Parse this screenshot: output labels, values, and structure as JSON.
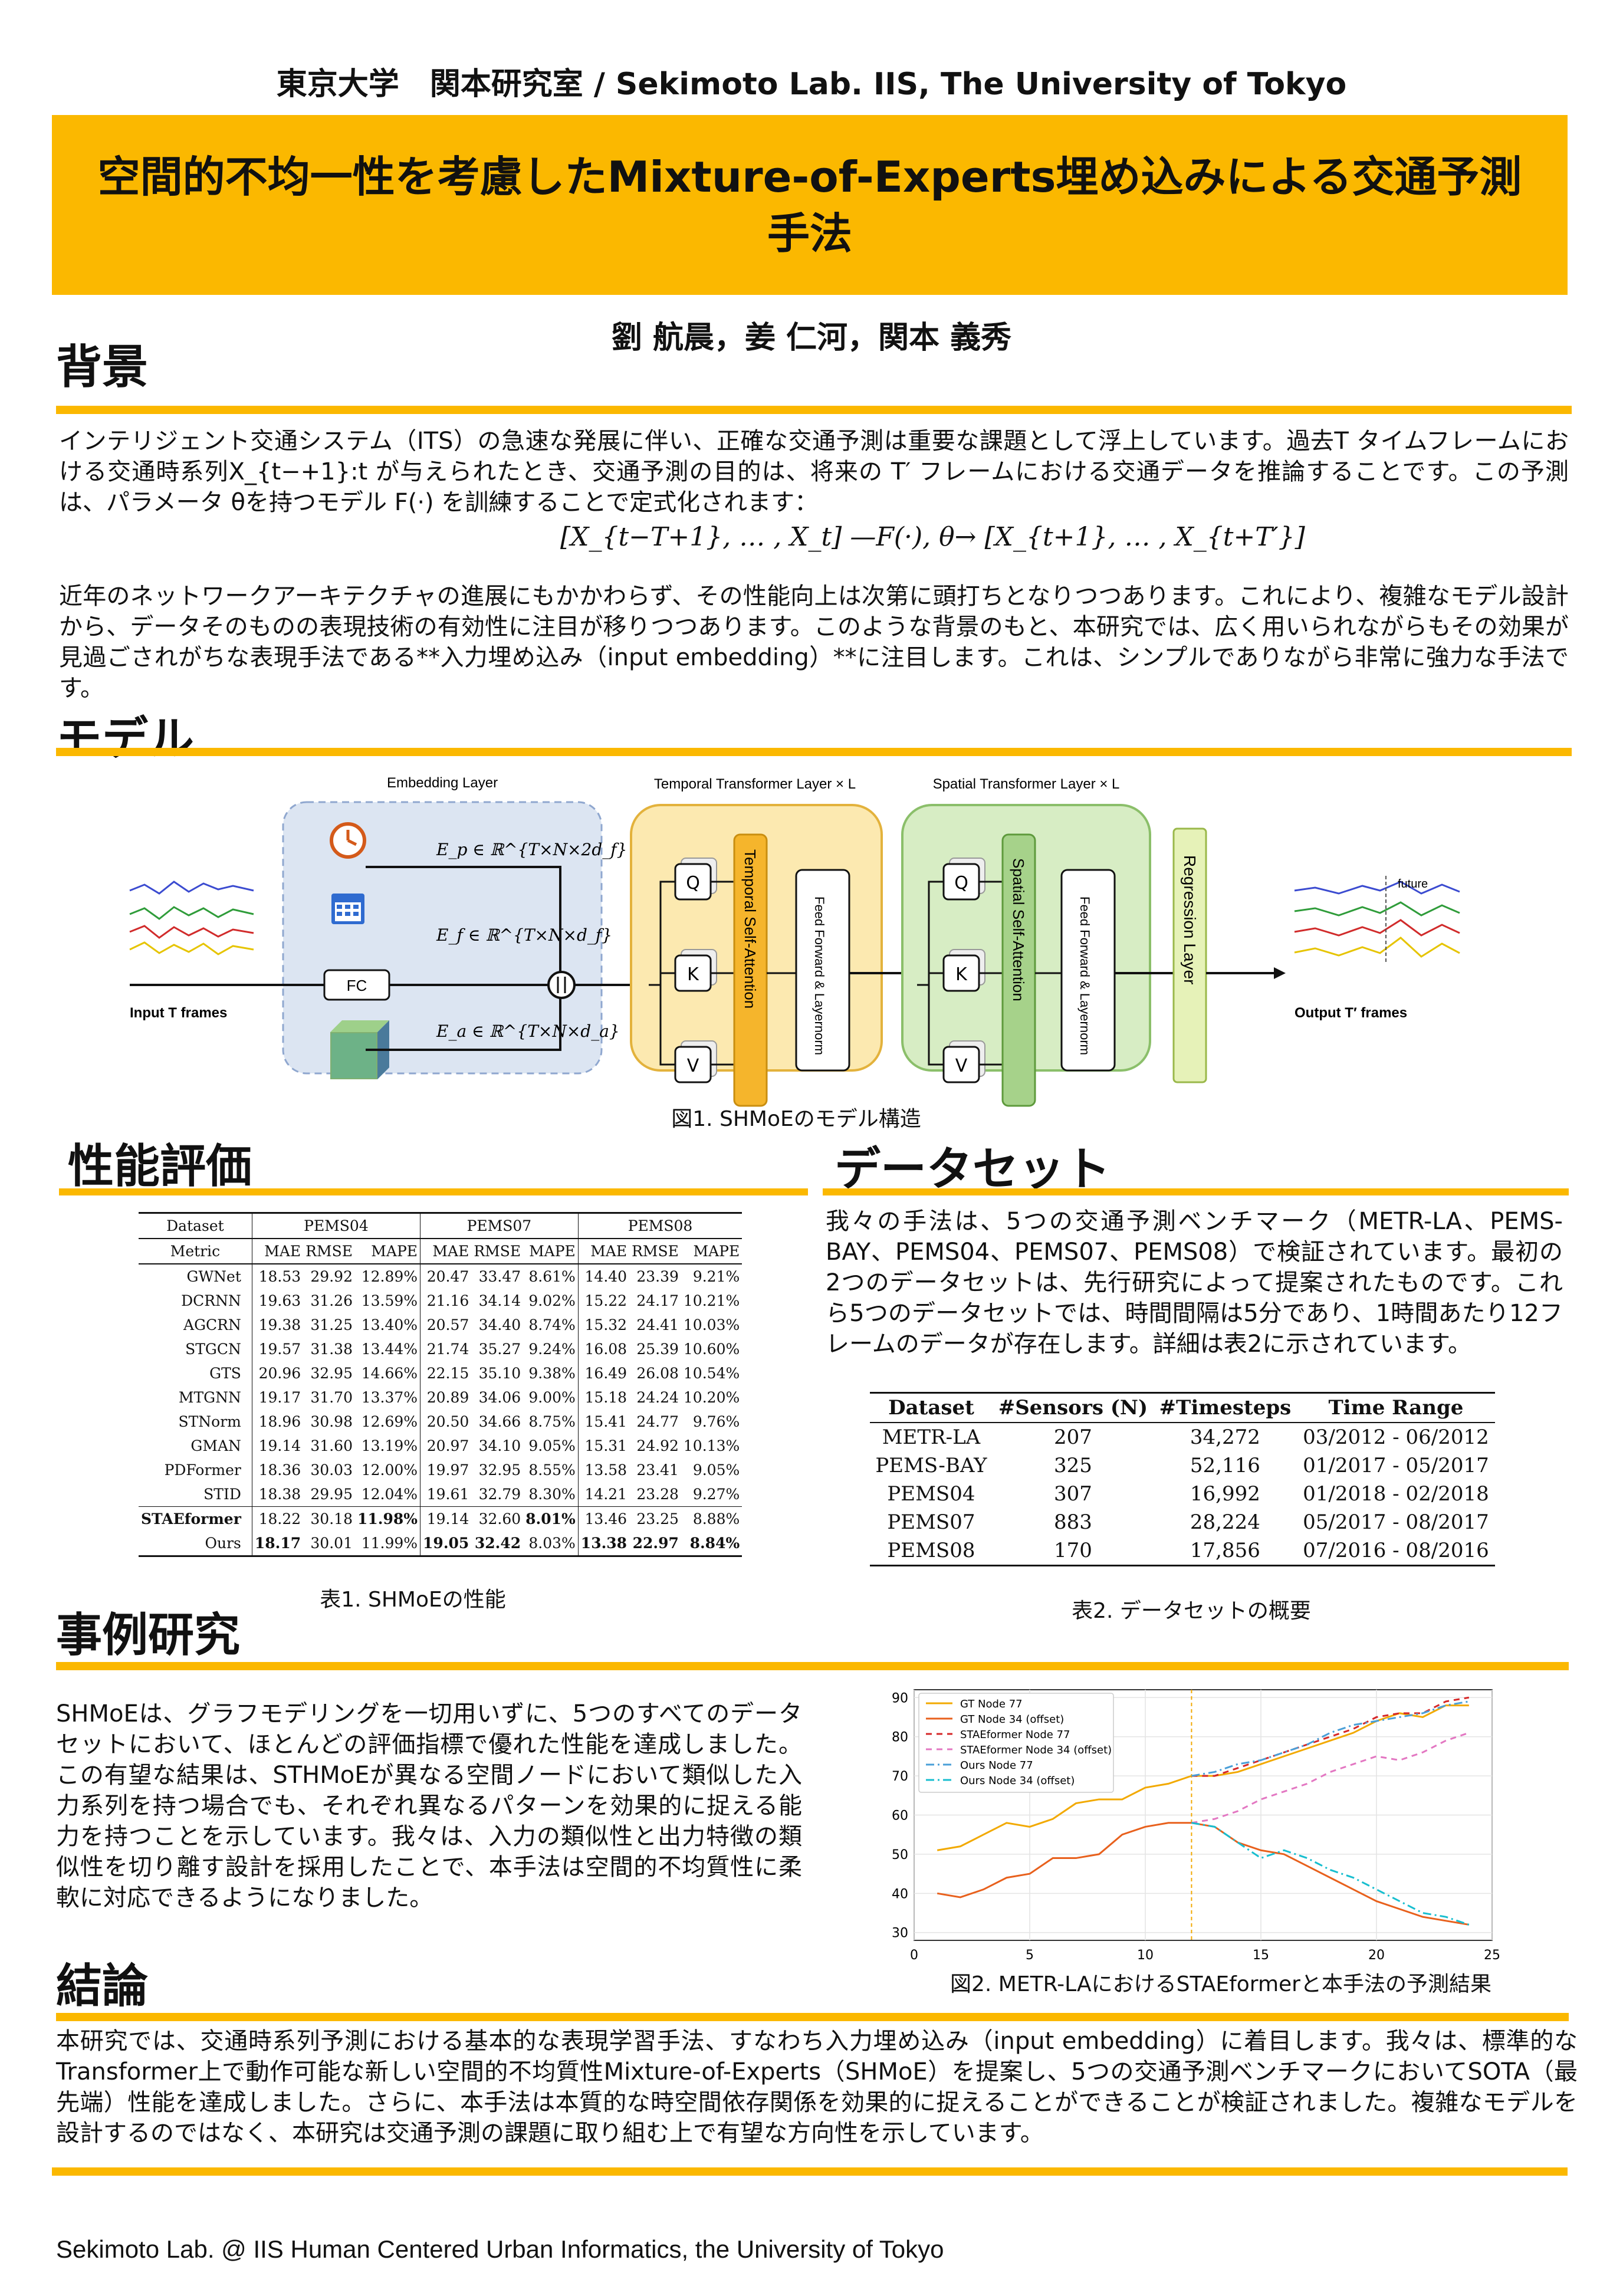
{
  "header": {
    "lab": "東京大学　関本研究室 / Sekimoto Lab. IIS, The University of Tokyo"
  },
  "title": "空間的不均一性を考慮したMixture-of-Experts埋め込みによる交通予測手法",
  "authors": "劉 航晨，姜 仁河，関本 義秀",
  "background": {
    "heading": "背景",
    "p1": "インテリジェント交通システム（ITS）の急速な発展に伴い、正確な交通予測は重要な課題として浮上しています。過去T タイムフレームにおける交通時系列X_{t−+1}:t が与えられたとき、交通予測の目的は、将来の T′ フレームにおける交通データを推論することです。この予測は、パラメータ θを持つモデル F(·) を訓練することで定式化されます：",
    "formula": "[X_{t−T+1}, … , X_t] —F(·), θ→ [X_{t+1}, … , X_{t+T′}]",
    "p2": "近年のネットワークアーキテクチャの進展にもかかわらず、その性能向上は次第に頭打ちとなりつつあります。これにより、複雑なモデル設計から、データそのものの表現技術の有効性に注目が移りつつあります。このような背景のもと、本研究では、広く用いられながらもその効果が見過ごされがちな表現手法である**入力埋め込み（input embedding）**に注目します。これは、シンプルでありながら非常に強力な手法です。"
  },
  "model": {
    "heading": "モデル",
    "diagram": {
      "embedding_layer": "Embedding Layer",
      "temporal_layer": "Temporal Transformer Layer × L",
      "spatial_layer": "Spatial Transformer Layer × L",
      "ep": "E_p ∈ ℝ^{T×N×2d_f}",
      "ef": "E_f ∈ ℝ^{T×N×d_f}",
      "ea": "E_a ∈ ℝ^{T×N×d_a}",
      "fc": "FC",
      "q": "Q",
      "k": "K",
      "v": "V",
      "temporal_attn": "Temporal Self-Attention",
      "spatial_attn": "Spatial Self-Attention",
      "ffn": "Feed Forward & Layernorm",
      "regression": "Regression Layer",
      "input": "Input T frames",
      "output": "Output T′ frames",
      "future": "future"
    },
    "caption": "図1.  SHMoEのモデル構造"
  },
  "performance": {
    "heading": "性能評価",
    "caption": "表1.  SHMoEの性能",
    "table": {
      "datasets": [
        "PEMS04",
        "PEMS07",
        "PEMS08"
      ],
      "metrics": [
        "MAE",
        "RMSE",
        "MAPE"
      ],
      "label_dataset": "Dataset",
      "label_metric": "Metric",
      "rows": [
        {
          "name": "GWNet",
          "v": [
            "18.53",
            "29.92",
            "12.89%",
            "20.47",
            "33.47",
            "8.61%",
            "14.40",
            "23.39",
            "9.21%"
          ]
        },
        {
          "name": "DCRNN",
          "v": [
            "19.63",
            "31.26",
            "13.59%",
            "21.16",
            "34.14",
            "9.02%",
            "15.22",
            "24.17",
            "10.21%"
          ]
        },
        {
          "name": "AGCRN",
          "v": [
            "19.38",
            "31.25",
            "13.40%",
            "20.57",
            "34.40",
            "8.74%",
            "15.32",
            "24.41",
            "10.03%"
          ]
        },
        {
          "name": "STGCN",
          "v": [
            "19.57",
            "31.38",
            "13.44%",
            "21.74",
            "35.27",
            "9.24%",
            "16.08",
            "25.39",
            "10.60%"
          ]
        },
        {
          "name": "GTS",
          "v": [
            "20.96",
            "32.95",
            "14.66%",
            "22.15",
            "35.10",
            "9.38%",
            "16.49",
            "26.08",
            "10.54%"
          ]
        },
        {
          "name": "MTGNN",
          "v": [
            "19.17",
            "31.70",
            "13.37%",
            "20.89",
            "34.06",
            "9.00%",
            "15.18",
            "24.24",
            "10.20%"
          ]
        },
        {
          "name": "STNorm",
          "v": [
            "18.96",
            "30.98",
            "12.69%",
            "20.50",
            "34.66",
            "8.75%",
            "15.41",
            "24.77",
            "9.76%"
          ]
        },
        {
          "name": "GMAN",
          "v": [
            "19.14",
            "31.60",
            "13.19%",
            "20.97",
            "34.10",
            "9.05%",
            "15.31",
            "24.92",
            "10.13%"
          ]
        },
        {
          "name": "PDFormer",
          "v": [
            "18.36",
            "30.03",
            "12.00%",
            "19.97",
            "32.95",
            "8.55%",
            "13.58",
            "23.41",
            "9.05%"
          ]
        },
        {
          "name": "STID",
          "v": [
            "18.38",
            "29.95",
            "12.04%",
            "19.61",
            "32.79",
            "8.30%",
            "14.21",
            "23.28",
            "9.27%"
          ]
        },
        {
          "name": "STAEformer",
          "v": [
            "18.22",
            "30.18",
            "11.98%",
            "19.14",
            "32.60",
            "8.01%",
            "13.46",
            "23.25",
            "8.88%"
          ]
        },
        {
          "name": "Ours",
          "v": [
            "18.17",
            "30.01",
            "11.99%",
            "19.05",
            "32.42",
            "8.03%",
            "13.38",
            "22.97",
            "8.84%"
          ]
        }
      ]
    }
  },
  "dataset": {
    "heading": "データセット",
    "text": "我々の手法は、5つの交通予測ベンチマーク（METR-LA、PEMS-BAY、PEMS04、PEMS07、PEMS08）で検証されています。最初の2つのデータセットは、先行研究によって提案されたものです。これら5つのデータセットでは、時間間隔は5分であり、1時間あたり12フレームのデータが存在します。詳細は表2に示されています。",
    "headers": [
      "Dataset",
      "#Sensors (N)",
      "#Timesteps",
      "Time Range"
    ],
    "rows": [
      [
        "METR-LA",
        "207",
        "34,272",
        "03/2012 - 06/2012"
      ],
      [
        "PEMS-BAY",
        "325",
        "52,116",
        "01/2017 - 05/2017"
      ],
      [
        "PEMS04",
        "307",
        "16,992",
        "01/2018 - 02/2018"
      ],
      [
        "PEMS07",
        "883",
        "28,224",
        "05/2017 - 08/2017"
      ],
      [
        "PEMS08",
        "170",
        "17,856",
        "07/2016 - 08/2016"
      ]
    ],
    "caption": "表2.  データセットの概要"
  },
  "case_study": {
    "heading": "事例研究",
    "text": "SHMoEは、グラフモデリングを一切用いずに、5つのすべてのデータセットにおいて、ほとんどの評価指標で優れた性能を達成しました。この有望な結果は、STHMoEが異なる空間ノードにおいて類似した入力系列を持つ場合でも、それぞれ異なるパターンを効果的に捉える能力を持つことを示しています。我々は、入力の類似性と出力特徴の類似性を切り離す設計を採用したことで、本手法は空間的不均質性に柔軟に対応できるようになりました。",
    "caption": "図2.  METR-LAにおけるSTAEformerと本手法の予測結果"
  },
  "chart_data": {
    "type": "line",
    "xlim": [
      0,
      25
    ],
    "ylim": [
      28,
      92
    ],
    "xticks": [
      0,
      5,
      10,
      15,
      20,
      25
    ],
    "yticks": [
      30,
      40,
      50,
      60,
      70,
      80,
      90
    ],
    "vline": 12,
    "grid": true,
    "legend": "top-left",
    "series": [
      {
        "name": "GT Node 77",
        "color": "#F2A900",
        "dash": "",
        "x": [
          1,
          2,
          3,
          4,
          5,
          6,
          7,
          8,
          9,
          10,
          11,
          12,
          13,
          14,
          15,
          16,
          17,
          18,
          19,
          20,
          21,
          22,
          23,
          24
        ],
        "values": [
          51,
          52,
          55,
          58,
          57,
          59,
          63,
          64,
          64,
          67,
          68,
          70,
          70,
          71,
          73,
          75,
          77,
          79,
          81,
          84,
          86,
          85,
          88,
          88
        ]
      },
      {
        "name": "GT Node 34 (offset)",
        "color": "#E8601C",
        "dash": "",
        "x": [
          1,
          2,
          3,
          4,
          5,
          6,
          7,
          8,
          9,
          10,
          11,
          12,
          13,
          14,
          15,
          16,
          17,
          18,
          19,
          20,
          21,
          22,
          23,
          24
        ],
        "values": [
          40,
          39,
          41,
          44,
          45,
          49,
          49,
          50,
          55,
          57,
          58,
          58,
          57,
          53,
          51,
          50,
          47,
          44,
          41,
          38,
          36,
          34,
          33,
          32
        ]
      },
      {
        "name": "STAEformer Node 77",
        "color": "#D62728",
        "dash": "10,8",
        "x": [
          12,
          13,
          14,
          15,
          16,
          17,
          18,
          19,
          20,
          21,
          22,
          23,
          24
        ],
        "values": [
          70,
          70,
          72,
          74,
          76,
          78,
          80,
          82,
          85,
          86,
          86,
          89,
          90
        ]
      },
      {
        "name": "STAEformer Node 34 (offset)",
        "color": "#E377C2",
        "dash": "10,8",
        "x": [
          12,
          13,
          14,
          15,
          16,
          17,
          18,
          19,
          20,
          21,
          22,
          23,
          24
        ],
        "values": [
          58,
          59,
          61,
          64,
          66,
          68,
          71,
          73,
          75,
          74,
          76,
          79,
          81
        ]
      },
      {
        "name": "Ours Node 77",
        "color": "#4A9FD8",
        "dash": "14,6,3,6",
        "x": [
          12,
          13,
          14,
          15,
          16,
          17,
          18,
          19,
          20,
          21,
          22,
          23,
          24
        ],
        "values": [
          70,
          71,
          73,
          74,
          76,
          78,
          81,
          83,
          84,
          85,
          86,
          88,
          89
        ]
      },
      {
        "name": "Ours Node 34 (offset)",
        "color": "#17BECF",
        "dash": "14,6,3,6",
        "x": [
          12,
          13,
          14,
          15,
          16,
          17,
          18,
          19,
          20,
          21,
          22,
          23,
          24
        ],
        "values": [
          58,
          57,
          53,
          49,
          51,
          49,
          46,
          44,
          41,
          38,
          35,
          34,
          32
        ]
      }
    ]
  },
  "conclusion": {
    "heading": "結論",
    "text": "本研究では、交通時系列予測における基本的な表現学習手法、すなわち入力埋め込み（input embedding）に着目します。我々は、標準的なTransformer上で動作可能な新しい空間的不均質性Mixture-of-Experts（SHMoE）を提案し、5つの交通予測ベンチマークにおいてSOTA（最先端）性能を達成しました。さらに、本手法は本質的な時空間依存関係を効果的に捉えることができることが検証されました。複雑なモデルを設計するのではなく、本研究は交通予測の課題に取り組む上で有望な方向性を示しています。"
  },
  "footer": "Sekimoto Lab. @ IIS Human Centered Urban Informatics, the University of Tokyo",
  "colors": {
    "accent": "#FBB800",
    "temporal_bg": "#FCE9B0",
    "spatial_bg": "#D7EDC4",
    "embed_bg": "#DCE5F2"
  }
}
